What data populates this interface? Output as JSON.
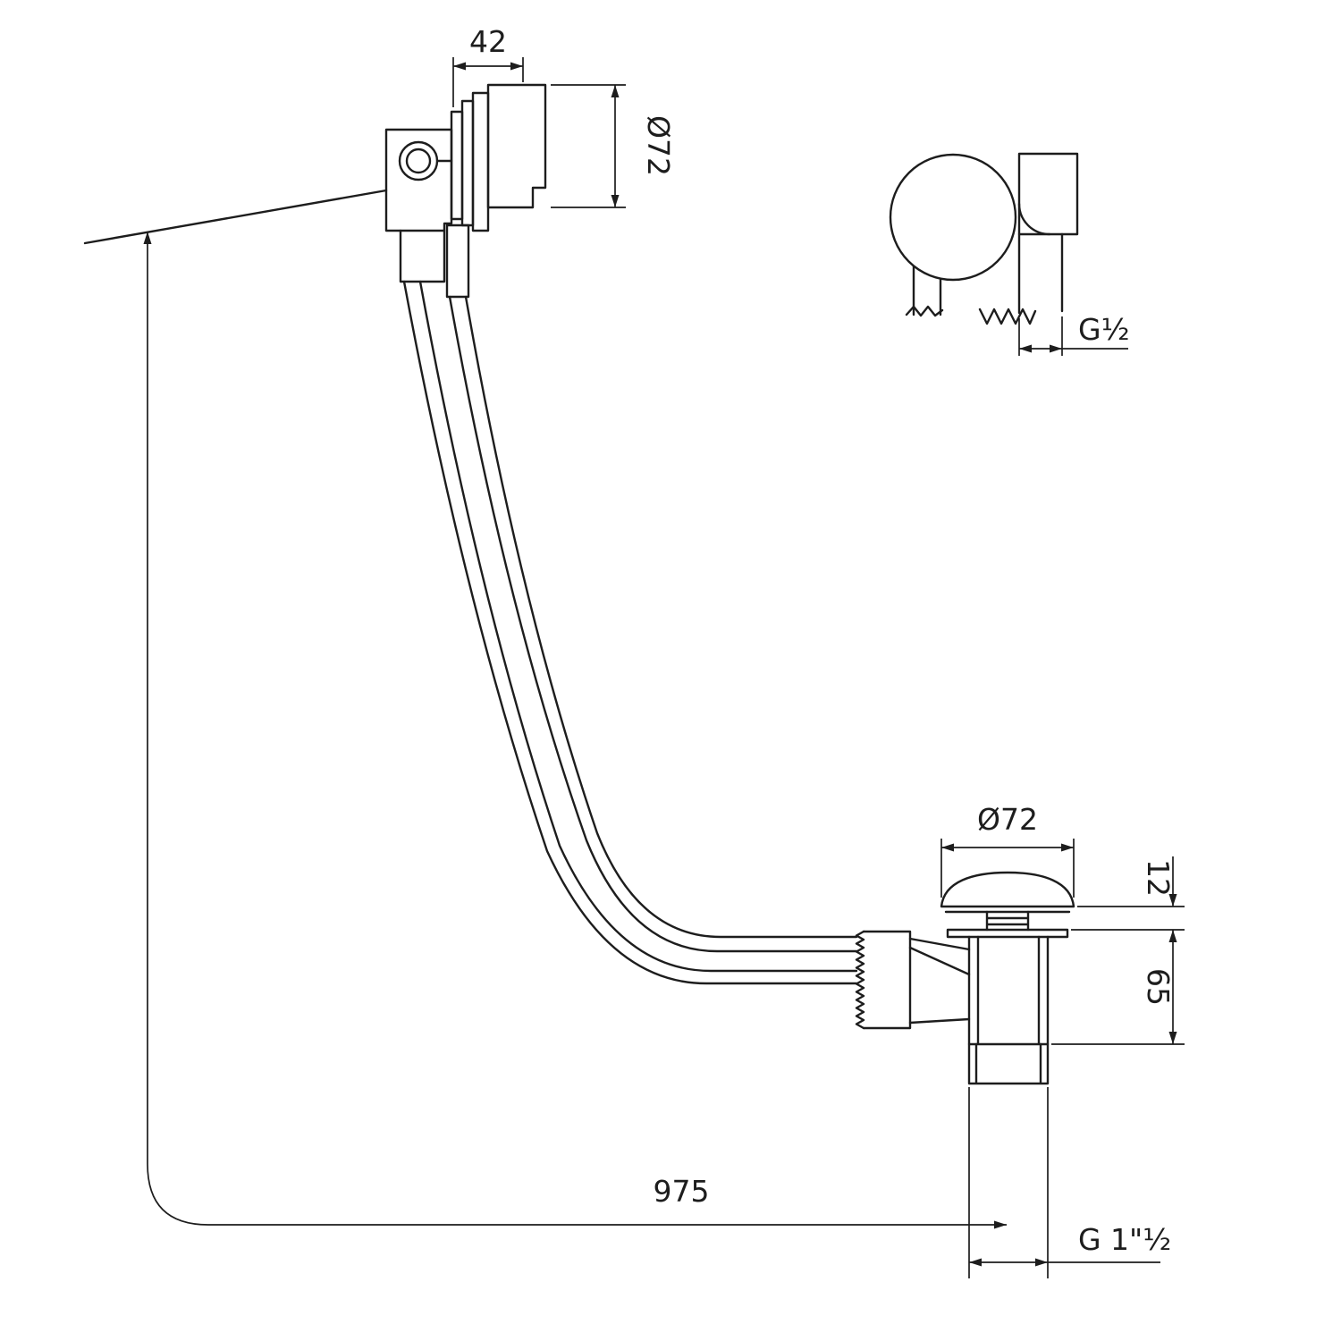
{
  "diagram": {
    "dims": {
      "overflow_width": "42",
      "overflow_diameter": "Ø72",
      "overflow_thread": "G½",
      "waste_diameter": "Ø72",
      "cap_height": "12",
      "body_depth": "65",
      "cable_length": "975",
      "waste_thread": "G 1\"½"
    },
    "colors": {
      "line": "#1d1d1d",
      "background": "#ffffff"
    }
  }
}
